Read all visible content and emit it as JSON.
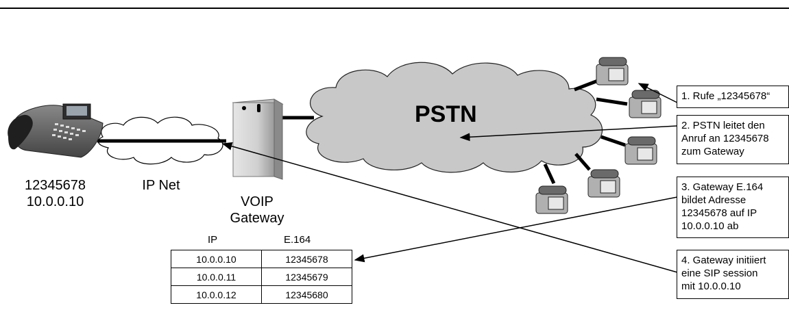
{
  "phone_label": {
    "number": "12345678",
    "ip": "10.0.0.10"
  },
  "ip_net_label": "IP Net",
  "gateway_label": {
    "line1": "VOIP",
    "line2": "Gateway"
  },
  "cloud_label": "PSTN",
  "mapping_table": {
    "headers": [
      "IP",
      "E.164"
    ],
    "rows": [
      [
        "10.0.0.10",
        "12345678"
      ],
      [
        "10.0.0.11",
        "12345679"
      ],
      [
        "10.0.0.12",
        "12345680"
      ]
    ]
  },
  "steps": [
    {
      "lines": [
        "1. Rufe „12345678“"
      ]
    },
    {
      "lines": [
        "2. PSTN leitet den",
        "Anruf an 12345678",
        "zum Gateway"
      ]
    },
    {
      "lines": [
        "3. Gateway E.164",
        "bildet Adresse",
        "12345678 auf IP",
        "10.0.0.10 ab"
      ]
    },
    {
      "lines": [
        "4. Gateway initiiert",
        "eine SIP session",
        "mit 10.0.0.10"
      ]
    }
  ]
}
